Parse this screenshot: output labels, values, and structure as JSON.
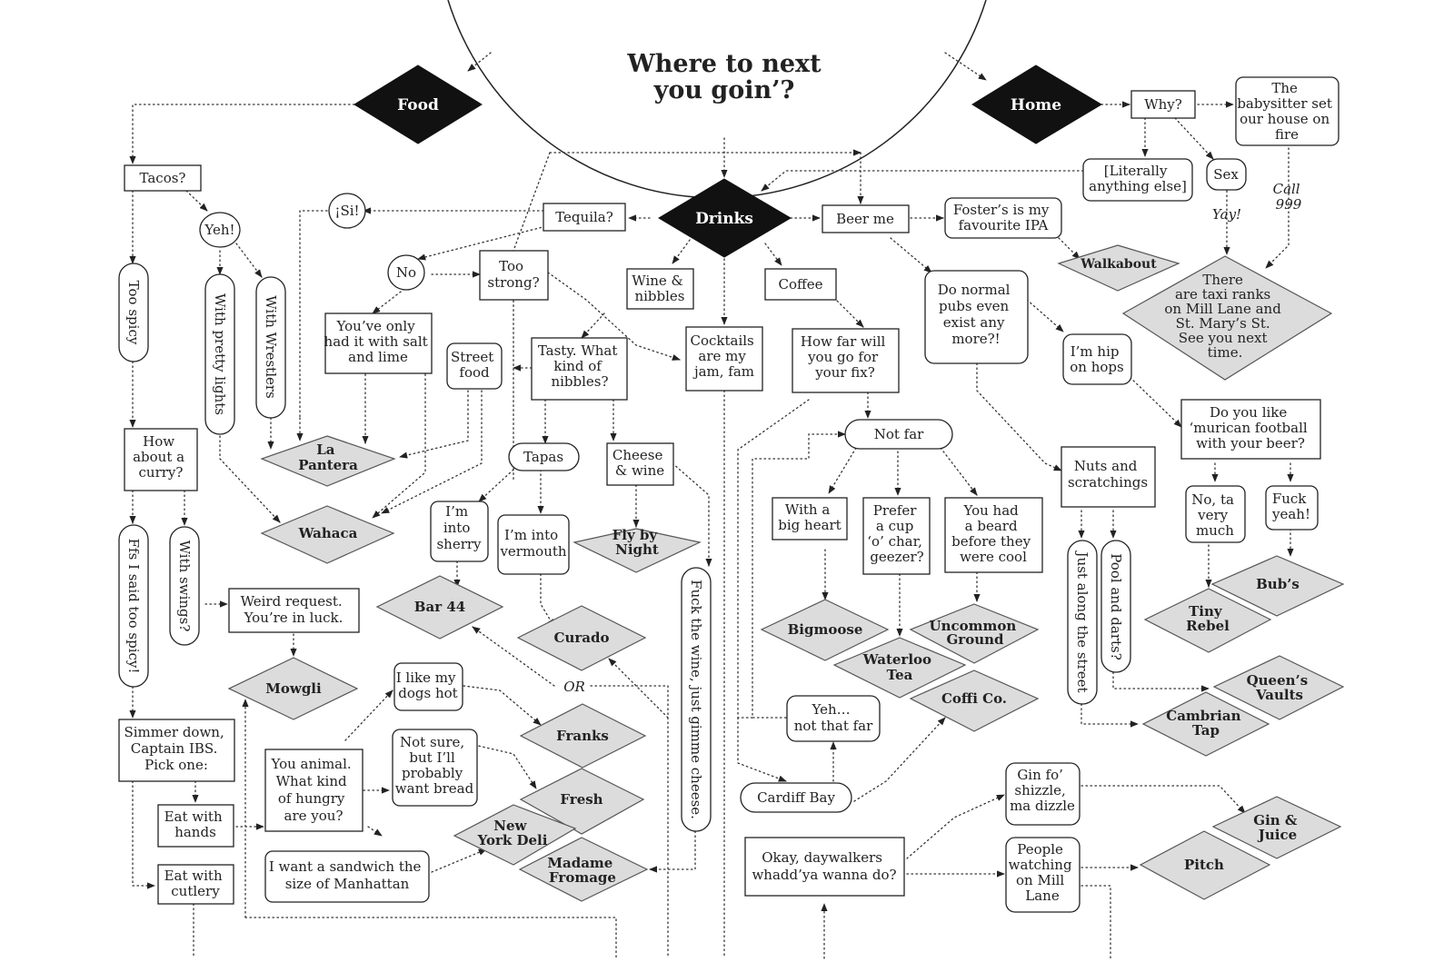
{
  "title": [
    "Where to next",
    "you goin’?"
  ],
  "hubs": {
    "food": "Food",
    "home": "Home",
    "drinks": "Drinks"
  },
  "nodes": {
    "tacos": "Tacos?",
    "yeh": "Yeh!",
    "too_spicy": "Too spicy",
    "with_pretty_lights": "With pretty lights",
    "with_wrestlers": "With Wrestlers",
    "si": "¡Si!",
    "no": "No",
    "too_strong": [
      "Too",
      "strong?"
    ],
    "tequila": "Tequila?",
    "salt_lime": [
      "You’ve only",
      "had it with salt",
      "and lime"
    ],
    "street_food": [
      "Street",
      "food"
    ],
    "tasty_nibbles": [
      "Tasty. What",
      "kind of",
      "nibbles?"
    ],
    "wine_nibbles": [
      "Wine &",
      "nibbles"
    ],
    "coffee": "Coffee",
    "cocktails": [
      "Cocktails",
      "are my",
      "jam, fam"
    ],
    "how_far": [
      "How far will",
      "you go for",
      "your fix?"
    ],
    "beer_me": "Beer me",
    "fosters": [
      "Foster’s is my",
      "favourite IPA"
    ],
    "normal_pubs": [
      "Do normal",
      "pubs even",
      "exist any",
      "more?!"
    ],
    "hip_hops": [
      "I’m hip",
      "on hops"
    ],
    "why": "Why?",
    "babysitter": [
      "The",
      "babysitter set",
      "our house on",
      "fire"
    ],
    "literally": [
      "[Literally",
      "anything else]"
    ],
    "sex": "Sex",
    "call999": [
      "Call",
      "999"
    ],
    "yay": "Yay!",
    "curry": [
      "How",
      "about a",
      "curry?"
    ],
    "ffs": "Ffs I said too spicy!",
    "swings": "With swings?",
    "weird_request": [
      "Weird request.",
      "You’re in luck."
    ],
    "simmer": [
      "Simmer down,",
      "Captain IBS.",
      "Pick one:"
    ],
    "hands": [
      "Eat with",
      "hands"
    ],
    "cutlery": [
      "Eat with",
      "cutlery"
    ],
    "animal": [
      "You animal.",
      "What kind",
      "of hungry",
      "are you?"
    ],
    "sandwich": [
      "I want a sandwich the",
      "size of Manhattan"
    ],
    "dogs_hot": [
      "I like my",
      "dogs hot"
    ],
    "not_sure": [
      "Not sure,",
      "but I’ll",
      "probably",
      "want bread"
    ],
    "tapas": "Tapas",
    "sherry": [
      "I’m",
      "into",
      "sherry"
    ],
    "vermouth": [
      "I’m into",
      "vermouth"
    ],
    "cheese_wine": [
      "Cheese",
      "& wine"
    ],
    "fuck_wine": "Fuck the wine, just gimme cheese.",
    "or": "OR",
    "not_far": "Not far",
    "big_heart": [
      "With a",
      "big heart"
    ],
    "cup_char": [
      "Prefer",
      "a cup",
      "‘o’ char,",
      "geezer?"
    ],
    "beard": [
      "You had",
      "a beard",
      "before they",
      "were cool"
    ],
    "yeh_not_far": [
      "Yeh…",
      "not that far"
    ],
    "cardiff_bay": "Cardiff Bay",
    "nuts": [
      "Nuts and",
      "scratchings"
    ],
    "along_street": "Just along the street",
    "pool_darts": "Pool and darts?",
    "murican": [
      "Do you like",
      "‘murican football",
      "with your beer?"
    ],
    "no_ta": [
      "No, ta",
      "very",
      "much"
    ],
    "fuck_yeah": [
      "Fuck",
      "yeah!"
    ],
    "gin_fo": [
      "Gin fo’",
      "shizzle,",
      "ma dizzle"
    ],
    "people_watching": [
      "People",
      "watching",
      "on Mill",
      "Lane"
    ],
    "daywalkers": [
      "Okay, daywalkers",
      "whadd’ya wanna do?"
    ]
  },
  "destinations": {
    "walkabout": "Walkabout",
    "taxi": [
      "There",
      "are taxi ranks",
      "on Mill Lane and",
      "St. Mary’s St.",
      "See you next",
      "time."
    ],
    "la_pantera": [
      "La",
      "Pantera"
    ],
    "wahaca": "Wahaca",
    "mowgli": "Mowgli",
    "bar44": "Bar 44",
    "fly_by_night": [
      "Fly by",
      "Night"
    ],
    "curado": "Curado",
    "franks": "Franks",
    "fresh": "Fresh",
    "new_york_deli": [
      "New",
      "York Deli"
    ],
    "madame_fromage": [
      "Madame",
      "Fromage"
    ],
    "bigmoose": "Bigmoose",
    "uncommon_ground": [
      "Uncommon",
      "Ground"
    ],
    "waterloo_tea": [
      "Waterloo",
      "Tea"
    ],
    "coffi_co": "Coffi Co.",
    "bubs": "Bub’s",
    "tiny_rebel": [
      "Tiny",
      "Rebel"
    ],
    "queens_vaults": [
      "Queen’s",
      "Vaults"
    ],
    "cambrian_tap": [
      "Cambrian",
      "Tap"
    ],
    "gin_juice": [
      "Gin &",
      "Juice"
    ],
    "pitch": "Pitch"
  }
}
